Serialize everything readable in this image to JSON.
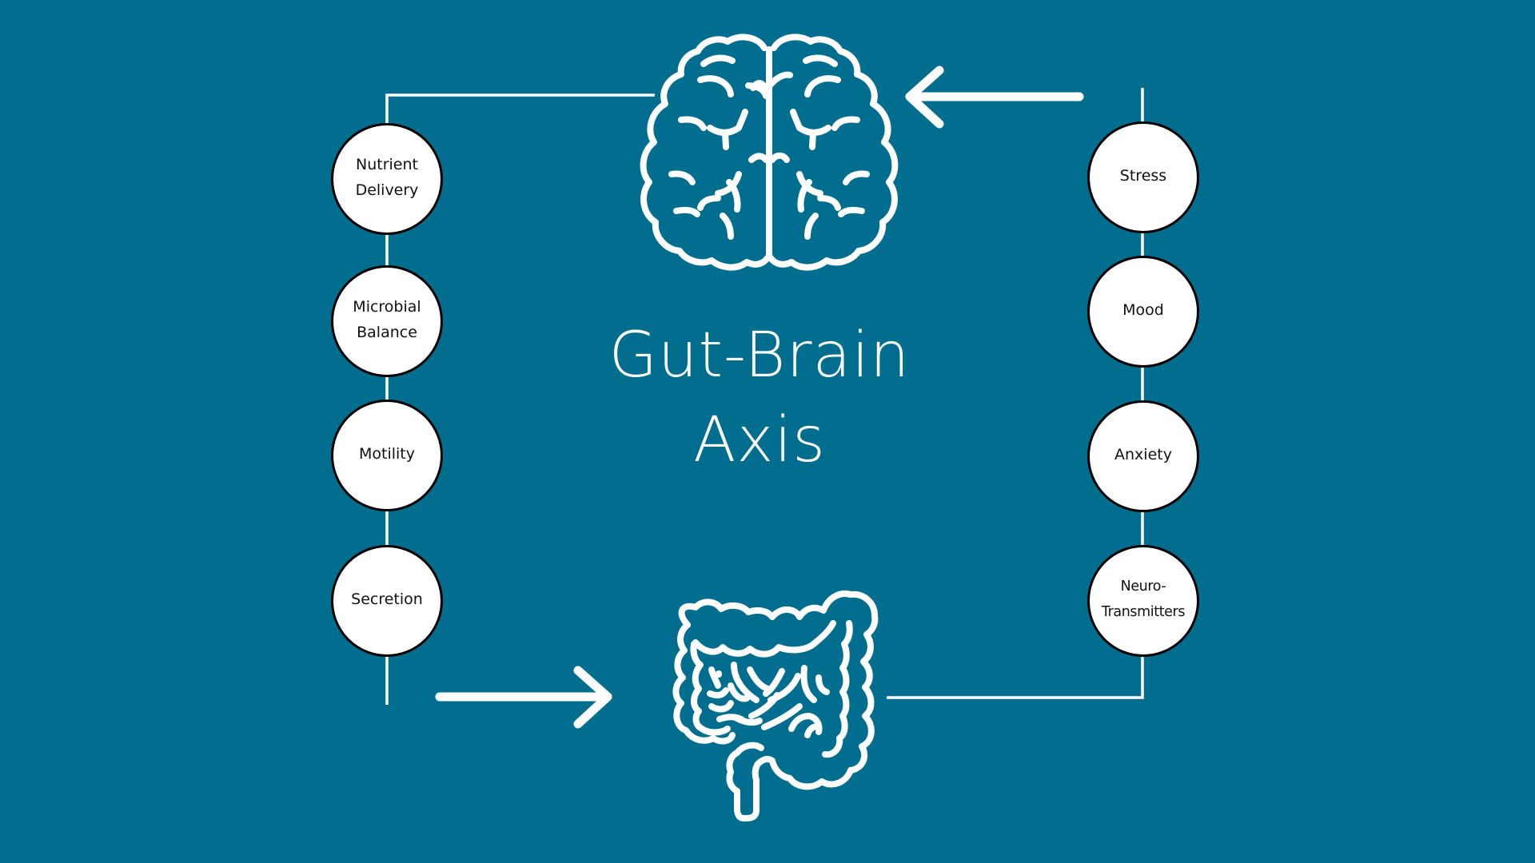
{
  "title": {
    "line1": "Gut-Brain",
    "line2": "Axis"
  },
  "colors": {
    "background": "#026e8f",
    "line": "#ffffff",
    "node_fill": "#ffffff",
    "node_stroke": "#000000"
  },
  "icons": {
    "top": "brain-icon",
    "bottom": "intestine-icon",
    "top_arrow": "arrow-left-icon",
    "bottom_arrow": "arrow-right-icon"
  },
  "left_nodes": [
    {
      "line1": "Nutrient",
      "line2": "Delivery"
    },
    {
      "line1": "Microbial",
      "line2": "Balance"
    },
    {
      "line1": "Motility",
      "line2": ""
    },
    {
      "line1": "Secretion",
      "line2": ""
    }
  ],
  "right_nodes": [
    {
      "line1": "Stress",
      "line2": ""
    },
    {
      "line1": "Mood",
      "line2": ""
    },
    {
      "line1": "Anxiety",
      "line2": ""
    },
    {
      "line1": "Neuro-",
      "line2": "Transmitters"
    }
  ]
}
